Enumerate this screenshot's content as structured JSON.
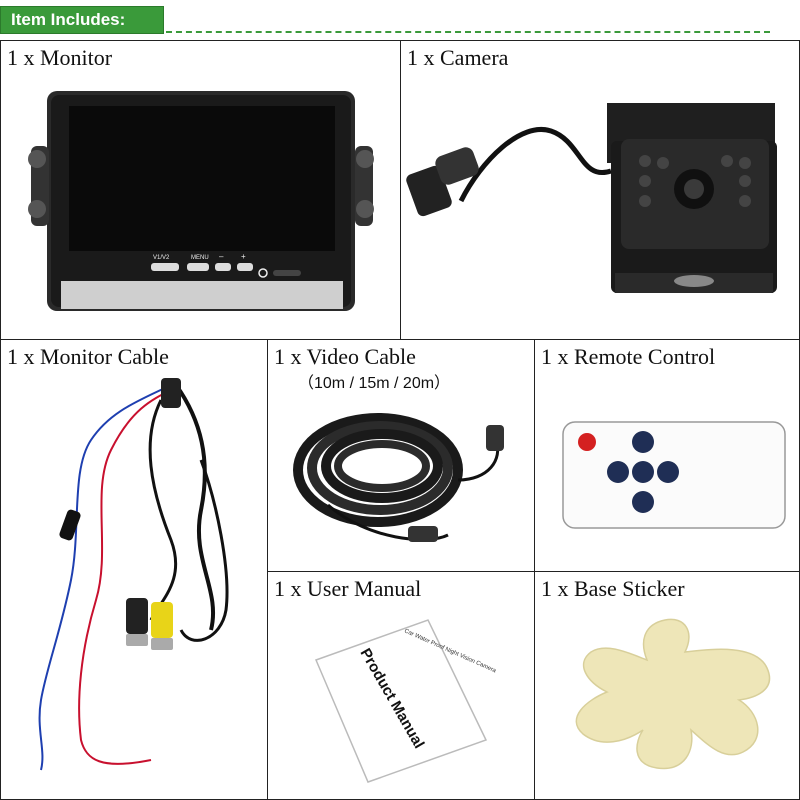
{
  "banner": {
    "title": "Item Includes:"
  },
  "items": {
    "monitor": "1 x Monitor",
    "camera": "1 x Camera",
    "monitor_cable": "1 x Monitor Cable",
    "video_cable": "1 x Video Cable",
    "video_cable_lengths": "（10m / 15m / 20m）",
    "remote_control": "1 x Remote Control",
    "user_manual": "1 x User Manual",
    "base_sticker": "1 x Base Sticker"
  },
  "monitor_buttons": {
    "v1v2": "V1/V2",
    "menu": "MENU",
    "minus": "–",
    "plus": "+"
  },
  "manual_text": {
    "title": "Product Manual",
    "subtitle": "Car Water Proof Night Vision Camera"
  },
  "colors": {
    "accent_green": "#3a9a3a",
    "remote_red": "#d42020",
    "sticker": "#eee6b8"
  }
}
